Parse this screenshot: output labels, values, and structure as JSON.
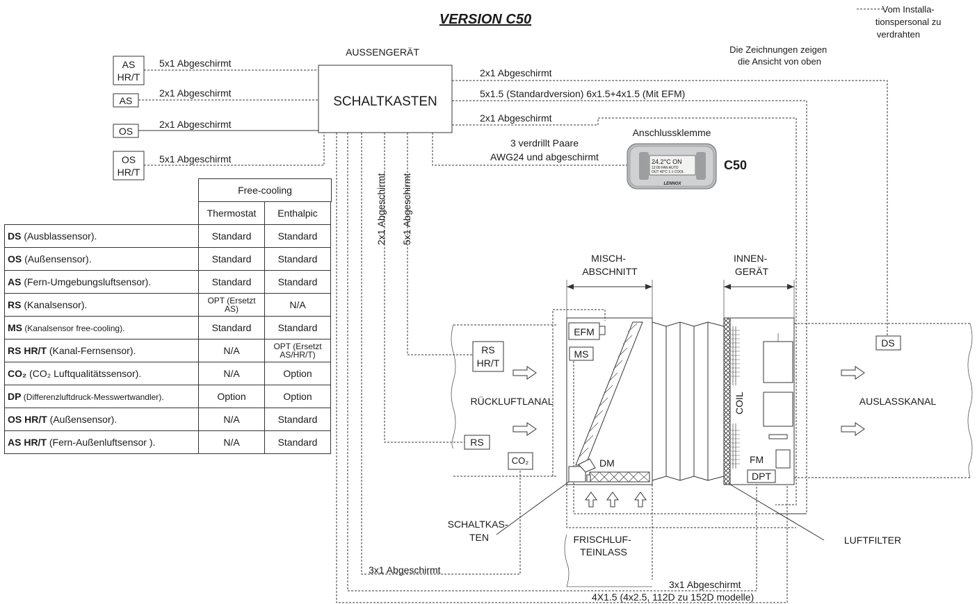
{
  "title": "VERSION C50",
  "legend_note": {
    "line1": "Vom Installa-",
    "line2": "tionspersonal zu",
    "line3": "verdrahten"
  },
  "view_note": {
    "line1": "Die Zeichnungen zeigen",
    "line2": "die Ansicht von oben"
  },
  "outdoor_unit": {
    "label": "AUSSENGERÄT",
    "box": "SCHALTKASTEN"
  },
  "sensors_left": [
    {
      "l1": "AS",
      "l2": "HR/T",
      "cable": "5x1 Abgeschirmt"
    },
    {
      "l1": "AS",
      "l2": "",
      "cable": "2x1 Abgeschirmt"
    },
    {
      "l1": "OS",
      "l2": "",
      "cable": "2x1 Abgeschirmt"
    },
    {
      "l1": "OS",
      "l2": "HR/T",
      "cable": "5x1 Abgeschirmt"
    }
  ],
  "cables_right": {
    "c1": "2x1 Abgeschirmt",
    "c2": "5x1.5 (Standardversion)  6x1.5+4x1.5 (Mit EFM)",
    "c3": "2x1 Abgeschirmt",
    "c4a": "3 verdrillt Paare",
    "c4b": "AWG24 und abgeschirmt",
    "v1": "2x1 Abgeschirmt",
    "v2": "5x1 Abgeschirmt",
    "bottom1": "3x1 Abgeschirmt",
    "bottom2": "3x1 Abgeschirmt",
    "bottom3": "4X1.5 (4x2.5, 112D zu 152D modelle)"
  },
  "terminal": {
    "label": "Anschlussklemme",
    "model": "C50",
    "display_l1": "24.2°C   ON",
    "display_l2": "12:00  FAN AUTO",
    "display_l3": "OUT 40°C  1:1 COOL",
    "brand": "LENNOX"
  },
  "table": {
    "header": "Free-cooling",
    "col1": "Thermostat",
    "col2": "Enthalpic",
    "rows": [
      {
        "code": "DS",
        "desc": " (Ausblassensor).",
        "v1": "Standard",
        "v2": "Standard"
      },
      {
        "code": "OS",
        "desc": " (Außensensor).",
        "v1": "Standard",
        "v2": "Standard"
      },
      {
        "code": "AS",
        "desc": " (Fern-Umgebungsluftsensor).",
        "v1": "Standard",
        "v2": "Standard"
      },
      {
        "code": "RS",
        "desc": " (Kanalsensor).",
        "v1": "OPT (Ersetzt AS)",
        "v2": "N/A"
      },
      {
        "code": "MS",
        "desc": " (Kanalsensor free-cooling).",
        "v1": "Standard",
        "v2": "Standard"
      },
      {
        "code": "RS HR/T",
        "desc": " (Kanal-Fernsensor).",
        "v1": "N/A",
        "v2": "OPT (Ersetzt AS/HR/T)"
      },
      {
        "code": "CO₂",
        "desc": " (CO₂ Luftqualitätssensor).",
        "v1": "N/A",
        "v2": "Option"
      },
      {
        "code": "DP",
        "desc": " (Differenzluftdruck-Messwertwandler).",
        "v1": "Option",
        "v2": "Option"
      },
      {
        "code": "OS HR/T",
        "desc": " (Außensensor).",
        "v1": "N/A",
        "v2": "Standard"
      },
      {
        "code": "AS HR/T",
        "desc": " (Fern-Außenluftsensor ).",
        "v1": "N/A",
        "v2": "Standard"
      }
    ]
  },
  "labels": {
    "misch_1": "MISCH-",
    "misch_2": "ABSCHNITT",
    "innen_1": "INNEN-",
    "innen_2": "GERÄT",
    "efm": "EFM",
    "ms": "MS",
    "ds": "DS",
    "rs_hrt_1": "RS",
    "rs_hrt_2": "HR/T",
    "rs": "RS",
    "co2": "CO₂",
    "dm": "DM",
    "coil": "COIL",
    "fm": "FM",
    "dpt": "DPT",
    "rueck": "RÜCKLUFTLANAL",
    "auslass": "AUSLASSKANAL",
    "schaltkasten_1": "SCHALTKAS-",
    "schaltkasten_2": "TEN",
    "frisch_1": "FRISCHLUF-",
    "frisch_2": "TEINLASS",
    "luftfilter": "LUFTFILTER"
  }
}
